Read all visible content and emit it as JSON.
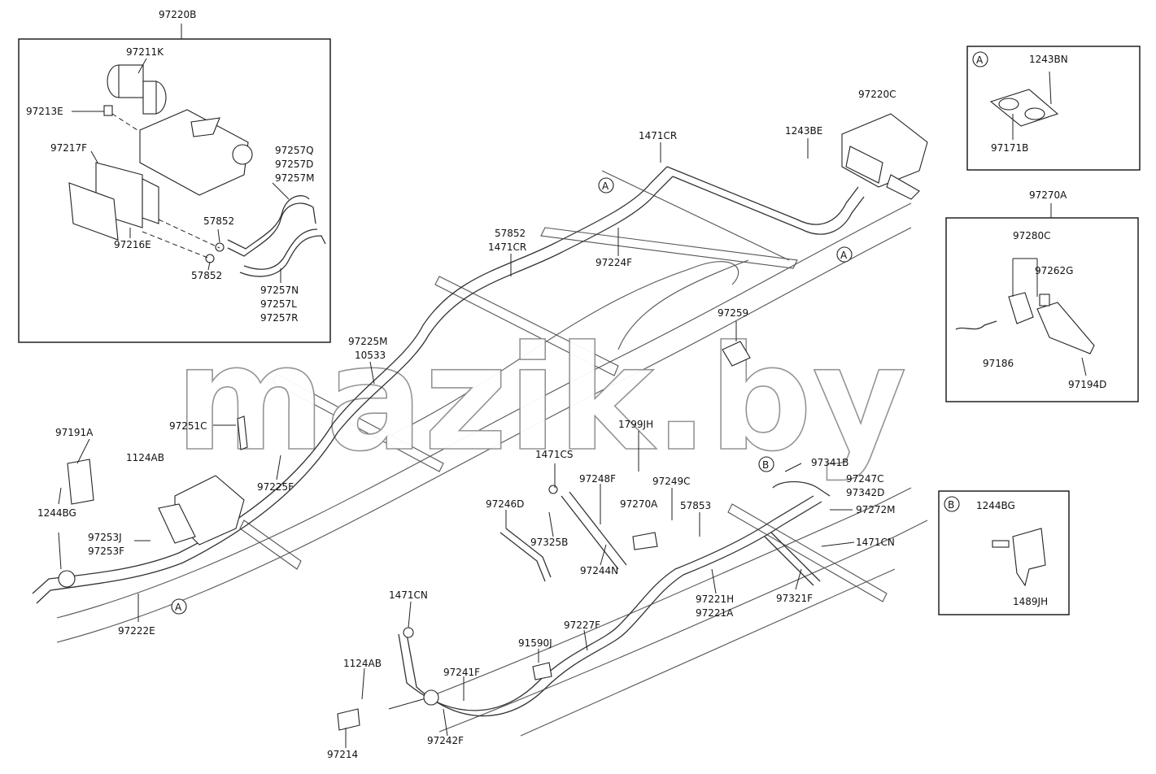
{
  "watermark": "mazik.by",
  "callouts": {
    "97220B": "97220B",
    "97211K": "97211K",
    "97213E": "97213E",
    "97217F": "97217F",
    "97216E": "97216E",
    "97257Q": "97257Q",
    "97257D": "97257D",
    "97257M": "97257M",
    "57852_a": "57852",
    "57852_b": "57852",
    "97257N": "97257N",
    "97257L": "97257L",
    "97257R": "97257R",
    "97191A": "97191A",
    "1124AB_a": "1124AB",
    "1244BG_a": "1244BG",
    "97251C": "97251C",
    "97225F": "97225F",
    "97253J": "97253J",
    "97253F": "97253F",
    "97222E": "97222E",
    "97225M": "97225M",
    "10533": "10533",
    "57852_c": "57852",
    "1471CR_a": "1471CR",
    "97224F": "97224F",
    "1471CR_b": "1471CR",
    "97220C": "97220C",
    "1243BE": "1243BE",
    "1243BN": "1243BN",
    "97171B": "97171B",
    "97270A_a": "97270A",
    "97280C": "97280C",
    "97262G": "97262G",
    "97186": "97186",
    "97194D": "97194D",
    "97259": "97259",
    "1799JH": "1799JH",
    "1471CS": "1471CS",
    "97248F": "97248F",
    "97249C": "97249C",
    "97270A_b": "97270A",
    "57853": "57853",
    "97246D": "97246D",
    "97325B": "97325B",
    "97244N": "97244N",
    "97341B": "97341B",
    "97247C": "97247C",
    "97342D": "97342D",
    "97272M": "97272M",
    "1471CN_a": "1471CN",
    "97321F": "97321F",
    "97221H": "97221H",
    "97221A": "97221A",
    "1244BG_b": "1244BG",
    "1489JH": "1489JH",
    "1471CN_b": "1471CN",
    "97227F": "97227F",
    "91590J": "91590J",
    "1124AB_b": "1124AB",
    "97241F": "97241F",
    "97242F": "97242F",
    "97214": "97214"
  },
  "markers": {
    "A_box": "A",
    "B_box": "B",
    "A_1": "A",
    "A_2": "A",
    "A_3": "A",
    "B_1": "B"
  }
}
